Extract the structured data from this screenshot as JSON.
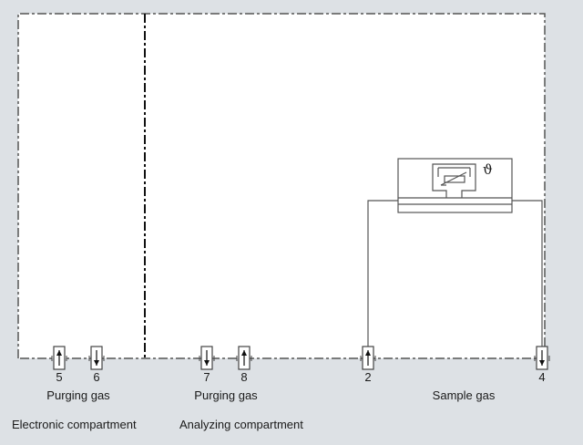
{
  "diagram": {
    "type": "gas-flow schematic",
    "compartments": [
      {
        "id": "electronic",
        "label": "Electronic compartment"
      },
      {
        "id": "analyzing",
        "label": "Analyzing compartment"
      }
    ],
    "connections": [
      {
        "number": "5",
        "direction": "in",
        "compartment": "electronic"
      },
      {
        "number": "6",
        "direction": "out",
        "compartment": "electronic"
      },
      {
        "number": "7",
        "direction": "out",
        "compartment": "analyzing"
      },
      {
        "number": "8",
        "direction": "in",
        "compartment": "analyzing"
      },
      {
        "number": "2",
        "direction": "in",
        "compartment": "analyzing"
      },
      {
        "number": "4",
        "direction": "out",
        "compartment": "analyzing"
      }
    ],
    "group_labels": {
      "purging_gas_electronic": "Purging gas",
      "purging_gas_analyzing": "Purging gas",
      "sample_gas": "Sample gas"
    },
    "sensor": {
      "symbol": "ϑ",
      "description": "thermal conductivity sensor"
    },
    "colors": {
      "background": "#dde1e5",
      "panel": "#ffffff",
      "line": "#555555"
    }
  }
}
